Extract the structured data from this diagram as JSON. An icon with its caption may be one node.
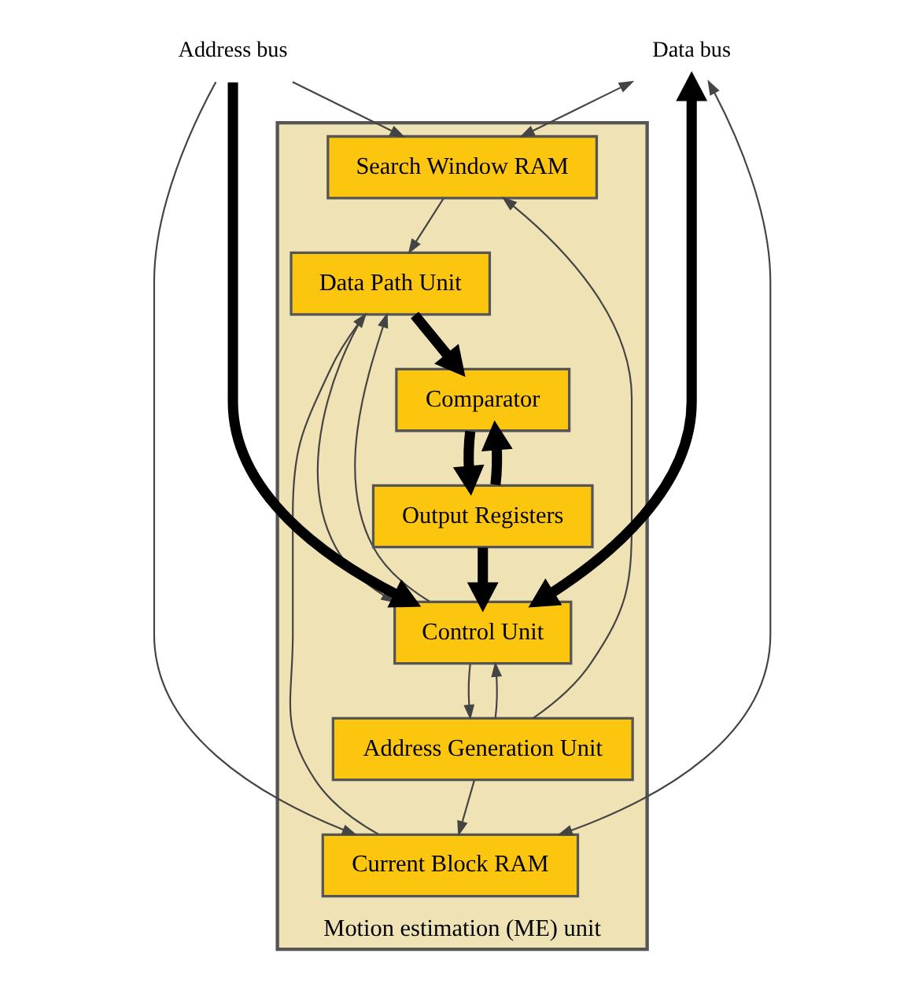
{
  "diagram": {
    "nodes": [
      {
        "text": [
          "Motion estimation (ME) unit"
        ]
      },
      {
        "text": [
          "Search Window RAM"
        ],
        "in": 0
      },
      {
        "text": [
          "Address Generation Unit"
        ],
        "in": 0
      },
      {
        "text": [
          "Control Unit"
        ],
        "in": 0
      },
      {
        "text": [
          "Current Block RAM"
        ],
        "in": 0
      },
      {
        "text": [
          "Data Path Unit"
        ],
        "in": 0
      },
      {
        "text": [
          "Comparator"
        ],
        "in": 0
      },
      {
        "text": [
          "Output Registers"
        ],
        "in": 0
      },
      {
        "text": [
          "Address bus"
        ]
      },
      {
        "text": [
          "Data bus"
        ]
      }
    ],
    "edges": [
      {
        "from": 8,
        "to": 1,
        "arrow": "to"
      },
      {
        "from": 9,
        "to": 1,
        "arrow": "both"
      },
      {
        "from": 8,
        "to": 4,
        "arrow": "to"
      },
      {
        "from": 9,
        "to": 4,
        "arrow": "both"
      },
      {
        "from": 2,
        "to": 1,
        "arrow": "to"
      },
      {
        "from": 2,
        "to": 4,
        "arrow": "to"
      },
      {
        "from": 1,
        "to": 5,
        "arrow": "to"
      },
      {
        "from": 4,
        "to": 5,
        "arrow": "to"
      },
      {
        "from": 2,
        "to": 3,
        "arrow": "to"
      },
      {
        "from": 3,
        "to": 2,
        "arrow": "to"
      },
      {
        "from": 5,
        "to": 3,
        "arrow": "to"
      },
      {
        "from": 3,
        "to": 5,
        "arrow": "to"
      },
      {
        "from": 5,
        "to": 6,
        "arrow": "to",
        "style": "thick",
        "color": "#000000"
      },
      {
        "from": 6,
        "to": 7,
        "arrow": "to",
        "style": "thick",
        "color": "#000000"
      },
      {
        "from": 7,
        "to": 6,
        "arrow": "to",
        "style": "thick",
        "color": "#000000"
      },
      {
        "from": 7,
        "to": 3,
        "arrow": "to",
        "style": "thick",
        "color": "#000000"
      },
      {
        "from": 8,
        "to": 3,
        "arrow": "to",
        "style": "thick",
        "color": "#000000"
      },
      {
        "from": 9,
        "to": 3,
        "arrow": "both",
        "style": "thick",
        "color": "#000000"
      }
    ]
  }
}
